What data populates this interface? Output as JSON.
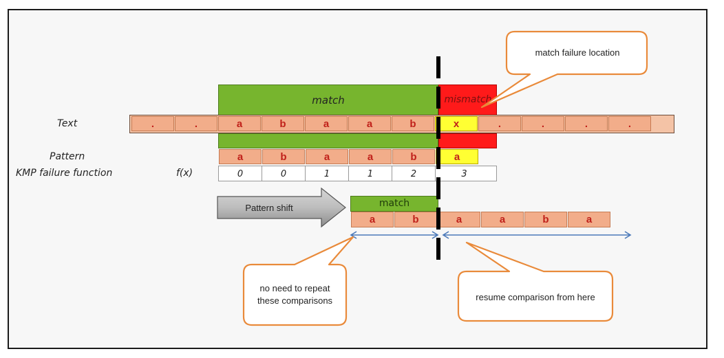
{
  "labels": {
    "text": "Text",
    "pattern": "Pattern",
    "kmp": "KMP failure function",
    "fx": "f(x)",
    "match_top": "match",
    "mismatch": "mismatch",
    "match_shift": "match",
    "pattern_shift": "Pattern shift"
  },
  "text_row": [
    ".",
    ".",
    "a",
    "b",
    "a",
    "a",
    "b",
    "x",
    ".",
    ".",
    ".",
    "."
  ],
  "pattern_row": [
    "a",
    "b",
    "a",
    "a",
    "b",
    "a"
  ],
  "failure_values": [
    "0",
    "0",
    "1",
    "1",
    "2",
    "3"
  ],
  "shifted_pattern": [
    "a",
    "b",
    "a",
    "a",
    "b",
    "a"
  ],
  "callouts": {
    "failure_location": "match failure location",
    "no_repeat_line1": "no need to repeat",
    "no_repeat_line2": "these comparisons",
    "resume": "resume comparison from here"
  },
  "colors": {
    "match_green": "#77b52e",
    "mismatch_red": "#ff1a1a",
    "cell_peach": "#f2ad8a",
    "mismatch_yellow": "#ffff33",
    "callout_orange": "#e98a3a",
    "arrow_blue": "#4a78b8"
  }
}
